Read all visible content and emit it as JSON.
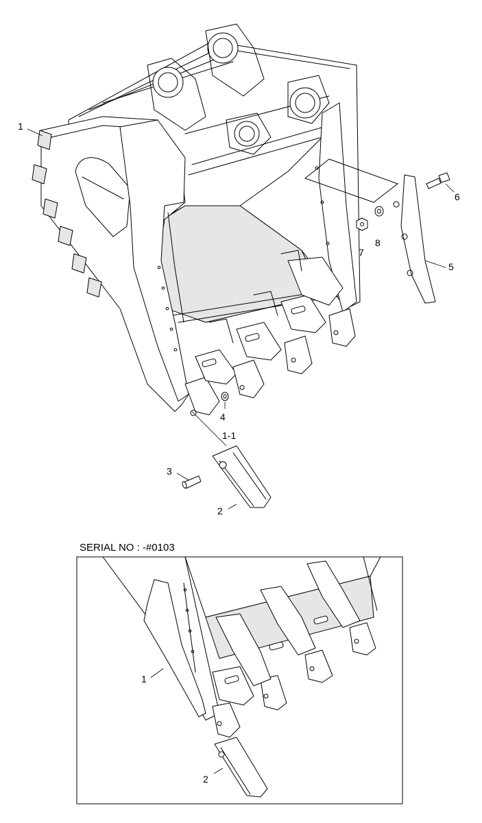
{
  "diagram": {
    "serial_note": "SERIAL NO : -#0103",
    "main_callouts": {
      "c1": "1",
      "c1_1": "1-1",
      "c2": "2",
      "c3": "3",
      "c4": "4",
      "c5": "5",
      "c6": "6",
      "c7": "7",
      "c8": "8"
    },
    "inset_callouts": {
      "c1": "1",
      "c2": "2"
    },
    "colors": {
      "line": "#000000",
      "background": "#ffffff",
      "shade": "#e6e6e6"
    }
  }
}
